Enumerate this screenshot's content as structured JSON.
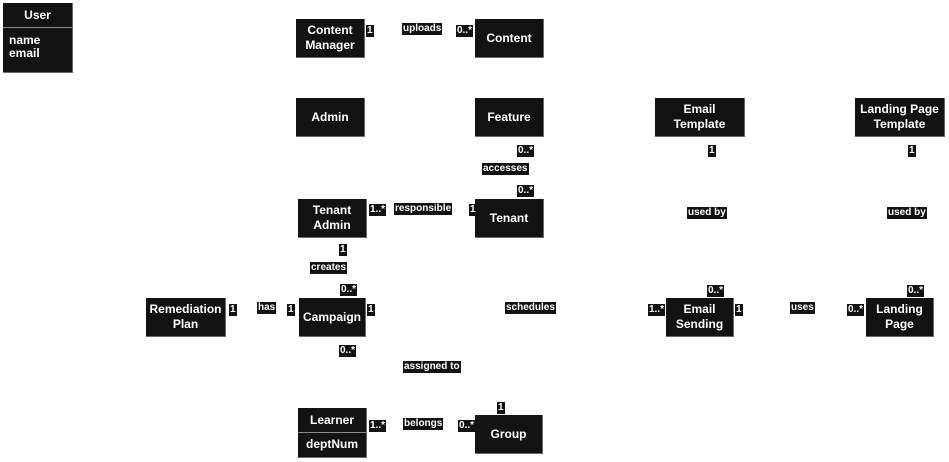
{
  "diagram": {
    "type": "uml-class-diagram",
    "classes": {
      "user": {
        "name": "User",
        "attributes": [
          "name",
          "email"
        ]
      },
      "content_manager": {
        "name": "Content Manager",
        "line1": "Content",
        "line2": "Manager"
      },
      "content": {
        "name": "Content"
      },
      "admin": {
        "name": "Admin"
      },
      "feature": {
        "name": "Feature"
      },
      "email_template": {
        "name": "Email Template",
        "line1": "Email",
        "line2": "Template"
      },
      "landing_page_template": {
        "name": "Landing Page Template",
        "line1": "Landing Page",
        "line2": "Template"
      },
      "tenant_admin": {
        "name": "Tenant Admin",
        "line1": "Tenant",
        "line2": "Admin"
      },
      "tenant": {
        "name": "Tenant"
      },
      "remediation_plan": {
        "name": "Remediation Plan",
        "line1": "Remediation",
        "line2": "Plan"
      },
      "campaign": {
        "name": "Campaign"
      },
      "email_sending": {
        "name": "Email Sending",
        "line1": "Email",
        "line2": "Sending"
      },
      "landing_page": {
        "name": "Landing Page",
        "line1": "Landing",
        "line2": "Page"
      },
      "learner": {
        "name": "Learner",
        "attributes": [
          "deptNum"
        ]
      },
      "group": {
        "name": "Group"
      }
    },
    "associations": {
      "uploads": {
        "label": "uploads",
        "from": "Content Manager",
        "to": "Content",
        "from_mult": "1",
        "to_mult": "0..*"
      },
      "accesses": {
        "label": "accesses",
        "from": "Feature",
        "to": "Tenant",
        "from_mult": "0..*",
        "to_mult": "0..*"
      },
      "responsible": {
        "label": "responsible",
        "from": "Tenant Admin",
        "to": "Tenant",
        "from_mult": "1..*",
        "to_mult": "1"
      },
      "creates": {
        "label": "creates",
        "from": "Tenant Admin",
        "to": "Campaign",
        "from_mult": "1",
        "to_mult": "0..*"
      },
      "has": {
        "label": "has",
        "from": "Remediation Plan",
        "to": "Campaign",
        "from_mult": "1",
        "to_mult": "1"
      },
      "schedules": {
        "label": "schedules",
        "from": "Campaign",
        "to": "Email Sending",
        "from_mult": "1",
        "to_mult": "1..*"
      },
      "email_used_by": {
        "label": "used by",
        "from": "Email Template",
        "to": "Email Sending",
        "from_mult": "1",
        "to_mult": "0..*"
      },
      "lp_used_by": {
        "label": "used by",
        "from": "Landing Page Template",
        "to": "Landing Page",
        "from_mult": "1",
        "to_mult": "0..*"
      },
      "uses": {
        "label": "uses",
        "from": "Email Sending",
        "to": "Landing Page",
        "from_mult": "1",
        "to_mult": "0..*"
      },
      "assigned_to": {
        "label": "assigned to",
        "from": "Campaign",
        "to": "Group",
        "from_mult": "0..*",
        "to_mult": "1"
      },
      "belongs": {
        "label": "belongs",
        "from": "Learner",
        "to": "Group",
        "from_mult": "1..*",
        "to_mult": "0..*"
      }
    }
  }
}
